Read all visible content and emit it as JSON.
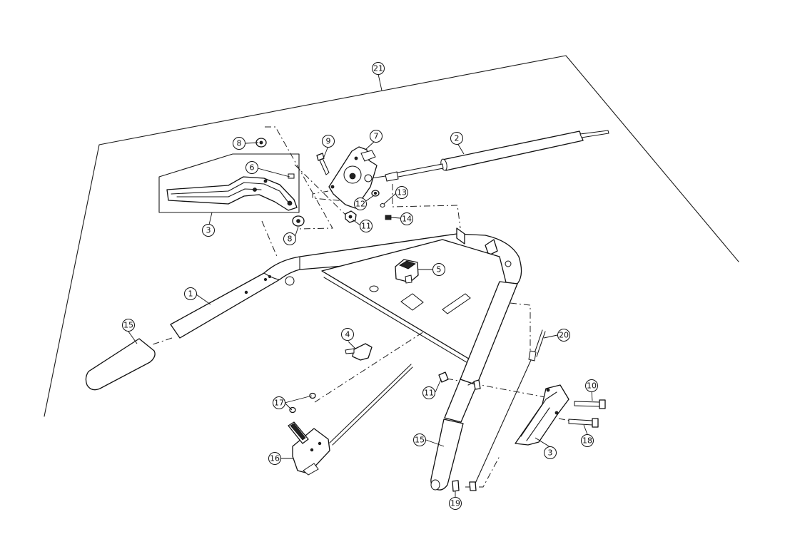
{
  "callouts": [
    {
      "id": "c1",
      "label": "1"
    },
    {
      "id": "c2",
      "label": "2"
    },
    {
      "id": "c3a",
      "label": "3"
    },
    {
      "id": "c3b",
      "label": "3"
    },
    {
      "id": "c4",
      "label": "4"
    },
    {
      "id": "c5",
      "label": "5"
    },
    {
      "id": "c6",
      "label": "6"
    },
    {
      "id": "c7",
      "label": "7"
    },
    {
      "id": "c8a",
      "label": "8"
    },
    {
      "id": "c8b",
      "label": "8"
    },
    {
      "id": "c9",
      "label": "9"
    },
    {
      "id": "c10",
      "label": "10"
    },
    {
      "id": "c11a",
      "label": "11"
    },
    {
      "id": "c11b",
      "label": "11"
    },
    {
      "id": "c12",
      "label": "12"
    },
    {
      "id": "c13",
      "label": "13"
    },
    {
      "id": "c14",
      "label": "14"
    },
    {
      "id": "c15a",
      "label": "15"
    },
    {
      "id": "c15b",
      "label": "15"
    },
    {
      "id": "c16",
      "label": "16"
    },
    {
      "id": "c17",
      "label": "17"
    },
    {
      "id": "c18",
      "label": "18"
    },
    {
      "id": "c19",
      "label": "19"
    },
    {
      "id": "c20",
      "label": "20"
    },
    {
      "id": "c21",
      "label": "21"
    }
  ]
}
